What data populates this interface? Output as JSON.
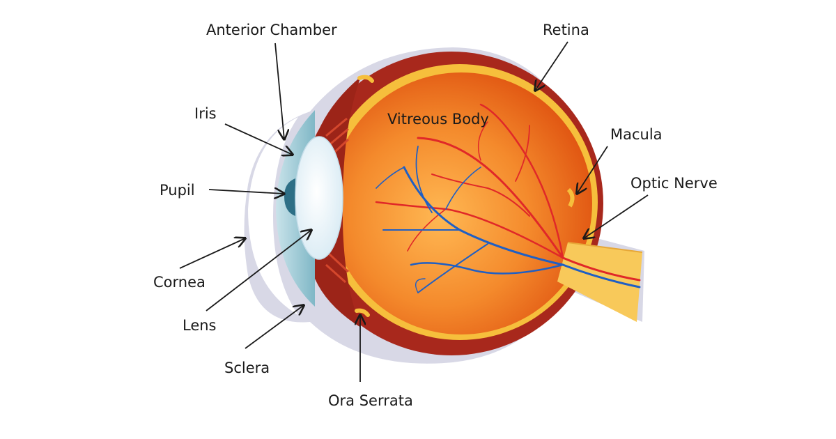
{
  "labels": {
    "anterior_chamber": "Anterior Chamber",
    "retina": "Retina",
    "iris": "Iris",
    "vitreous_body": "Vitreous Body",
    "macula": "Macula",
    "optic_nerve": "Optic Nerve",
    "pupil": "Pupil",
    "cornea": "Cornea",
    "lens": "Lens",
    "sclera": "Sclera",
    "ora_serrata": "Ora Serrata"
  },
  "colors": {
    "sclera_outline": "#d8d8e6",
    "choroid": "#a8281c",
    "retina_layer": "#f6bf3c",
    "vitreous_center": "#ffb04a",
    "vitreous_edge": "#e0560e",
    "cornea": "#8ec3cf",
    "lens": "#eaf4fa",
    "pupil": "#2d6f86",
    "optic_nerve": "#f8c95a",
    "artery": "#e02828",
    "vein": "#1f5fc4",
    "arrow": "#1a1a1a"
  }
}
